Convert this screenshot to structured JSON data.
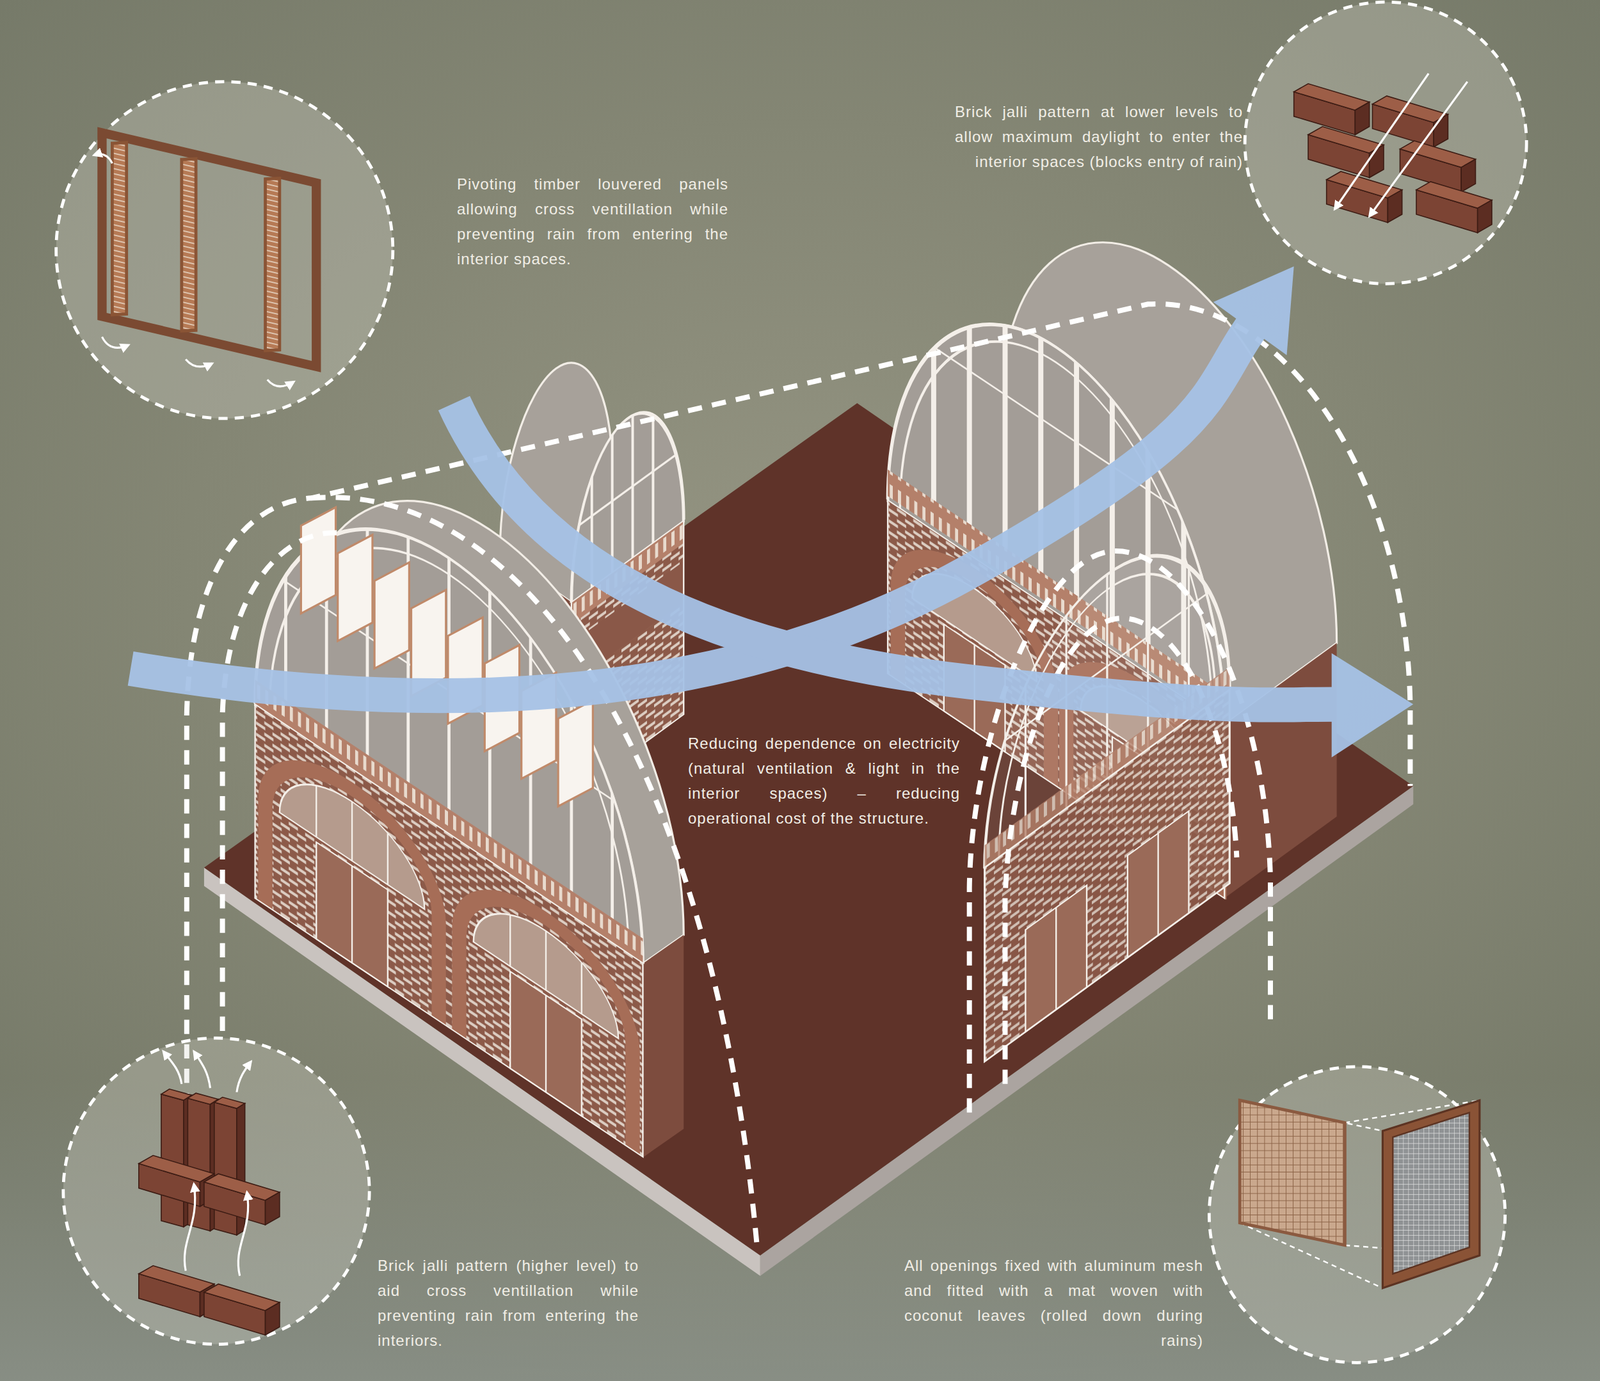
{
  "diagram": {
    "labels": [
      "Pivoting timber louvered panels allowing cross ventillation while preventing rain from entering the interior spaces.",
      "Brick jalli pattern at lower levels to allow maximum daylight to enter the interior spaces (blocks entry of rain)",
      "Reducing dependence on electricity (natural ventilation & light in the interior spaces) – reducing operational cost of the structure.",
      "Brick jalli pattern (higher level) to aid cross ventillation while preventing rain from entering the interiors.",
      "All openings fixed with aluminum mesh and fitted with a mat woven with coconut leaves (rolled down during rains)"
    ]
  }
}
